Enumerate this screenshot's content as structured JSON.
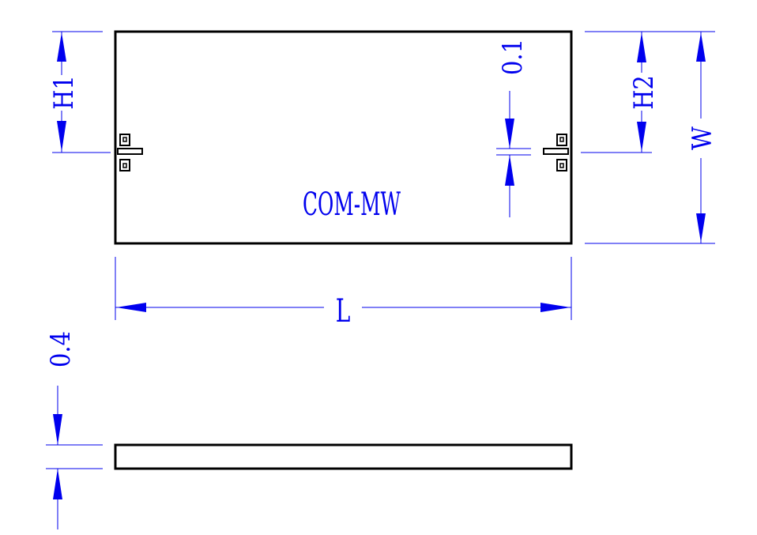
{
  "title": "COM-MW",
  "dimensions": {
    "h1": "H1",
    "h2": "H2",
    "w": "W",
    "l": "L",
    "pin_offset": "0.1",
    "thickness": "0.4"
  },
  "colors": {
    "dimension": "#0000ee",
    "outline": "#000000",
    "background": "#ffffff"
  }
}
